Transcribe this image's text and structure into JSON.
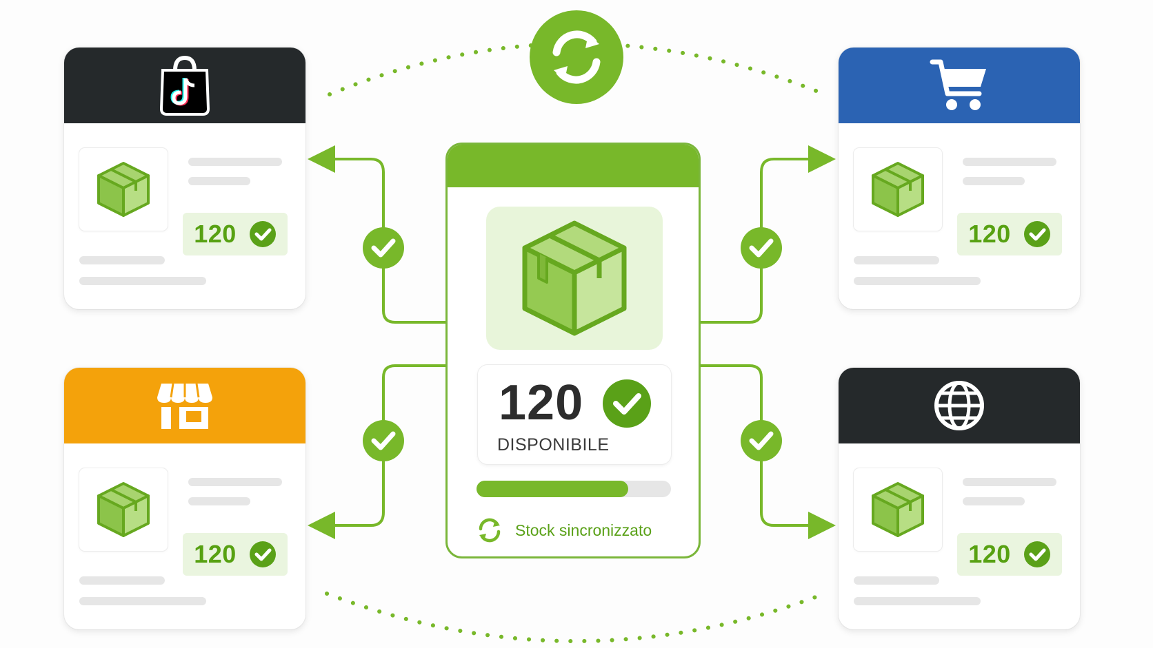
{
  "center": {
    "quantity": "120",
    "status_label": "DISPONIBILE",
    "sync_label": "Stock sincronizzato",
    "progress": 0.78
  },
  "channels": [
    {
      "id": "tiktok-shop",
      "icon": "tiktok-shop-bag-icon",
      "header_color": "#25292b",
      "quantity": "120",
      "synced": true
    },
    {
      "id": "ecommerce-cart",
      "icon": "shopping-cart-icon",
      "header_color": "#2b63b3",
      "quantity": "120",
      "synced": true
    },
    {
      "id": "physical-store",
      "icon": "storefront-icon",
      "header_color": "#f4a20b",
      "quantity": "120",
      "synced": true
    },
    {
      "id": "website",
      "icon": "globe-icon",
      "header_color": "#25292b",
      "quantity": "120",
      "synced": true
    }
  ],
  "colors": {
    "accent": "#78b82a",
    "accent_dark": "#5aa118",
    "badge_bg": "#eaf5df"
  }
}
